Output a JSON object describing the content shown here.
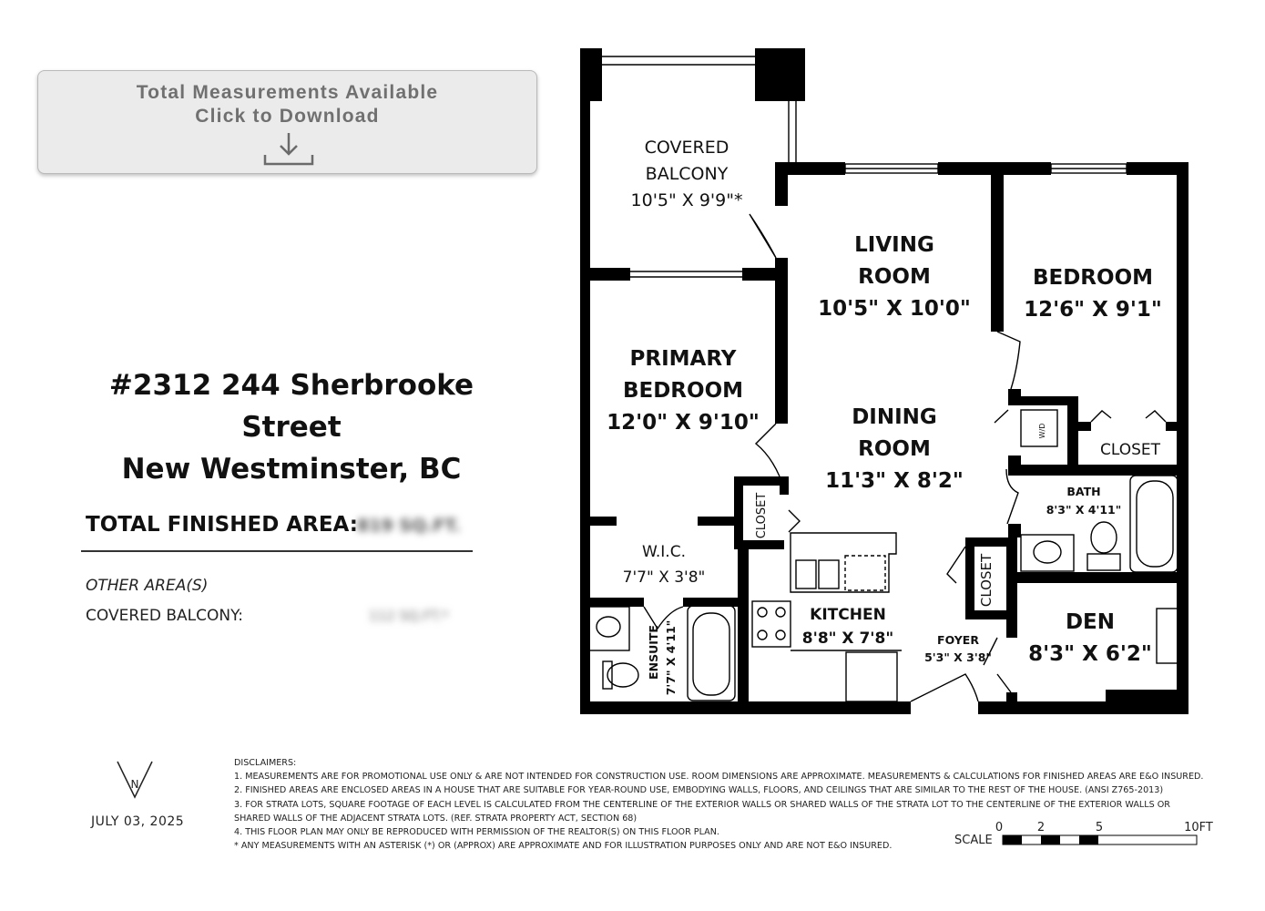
{
  "download": {
    "line1": "Total Measurements Available",
    "line2": "Click to Download",
    "icon": "download-icon"
  },
  "address": {
    "line1": "#2312 244 Sherbrooke Street",
    "line2": "New Westminster, BC"
  },
  "summary": {
    "total_label": "TOTAL FINISHED AREA:",
    "total_value": "819 SQ.FT.",
    "other_areas_label": "OTHER AREA(S)",
    "covered_balcony_label": "COVERED BALCONY:",
    "covered_balcony_value": "112 SQ.FT.*"
  },
  "rooms": {
    "covered_balcony": {
      "l1": "COVERED",
      "l2": "BALCONY",
      "dims": "10'5\" X 9'9\"*"
    },
    "living_room": {
      "l1": "LIVING",
      "l2": "ROOM",
      "dims": "10'5\" X 10'0\""
    },
    "bedroom": {
      "l1": "BEDROOM",
      "dims": "12'6\" X 9'1\""
    },
    "primary_bedroom": {
      "l1": "PRIMARY",
      "l2": "BEDROOM",
      "dims": "12'0\" X 9'10\""
    },
    "dining_room": {
      "l1": "DINING",
      "l2": "ROOM",
      "dims": "11'3\" X 8'2\""
    },
    "wd": "W/D",
    "closet_bedroom": "CLOSET",
    "bath": {
      "l1": "BATH",
      "dims": "8'3\" X 4'11\""
    },
    "closet_primary": "CLOSET",
    "wic": {
      "l1": "W.I.C.",
      "dims": "7'7\" X 3'8\""
    },
    "closet_foyer": "CLOSET",
    "kitchen": {
      "l1": "KITCHEN",
      "dims": "8'8\" X 7'8\""
    },
    "ensuite": {
      "l1": "ENSUITE",
      "dims": "7'7\" X 4'11\""
    },
    "foyer": {
      "l1": "FOYER",
      "dims": "5'3\" X 3'8\""
    },
    "den": {
      "l1": "DEN",
      "dims": "8'3\" X 6'2\""
    }
  },
  "compass": {
    "letter": "N",
    "icon": "north-arrow-icon"
  },
  "date": "JULY 03, 2025",
  "disclaimers": {
    "heading": "DISCLAIMERS:",
    "lines": [
      "1. MEASUREMENTS ARE FOR PROMOTIONAL USE ONLY & ARE NOT INTENDED FOR CONSTRUCTION USE. ROOM DIMENSIONS ARE APPROXIMATE. MEASUREMENTS & CALCULATIONS FOR FINISHED AREAS ARE E&O INSURED.",
      "2. FINISHED AREAS ARE ENCLOSED AREAS IN A HOUSE THAT ARE SUITABLE FOR YEAR-ROUND USE, EMBODYING WALLS, FLOORS, AND CEILINGS THAT ARE SIMILAR TO THE REST OF THE HOUSE. (ANSI Z765-2013)",
      "3. FOR STRATA LOTS, SQUARE FOOTAGE OF EACH LEVEL IS CALCULATED FROM THE CENTERLINE OF THE EXTERIOR WALLS OR SHARED WALLS OF THE STRATA LOT TO THE CENTERLINE OF THE EXTERIOR WALLS OR",
      "SHARED WALLS OF THE ADJACENT STRATA LOTS. (REF. STRATA PROPERTY ACT, SECTION 68)",
      "4. THIS FLOOR PLAN MAY ONLY BE REPRODUCED WITH PERMISSION OF THE REALTOR(S) ON THIS FLOOR PLAN.",
      "* ANY MEASUREMENTS WITH AN ASTERISK (*) OR (APPROX) ARE APPROXIMATE AND FOR ILLUSTRATION PURPOSES ONLY AND ARE NOT E&O INSURED."
    ]
  },
  "scale": {
    "label": "SCALE",
    "ticks": [
      "0",
      "2",
      "5",
      "10FT"
    ]
  }
}
